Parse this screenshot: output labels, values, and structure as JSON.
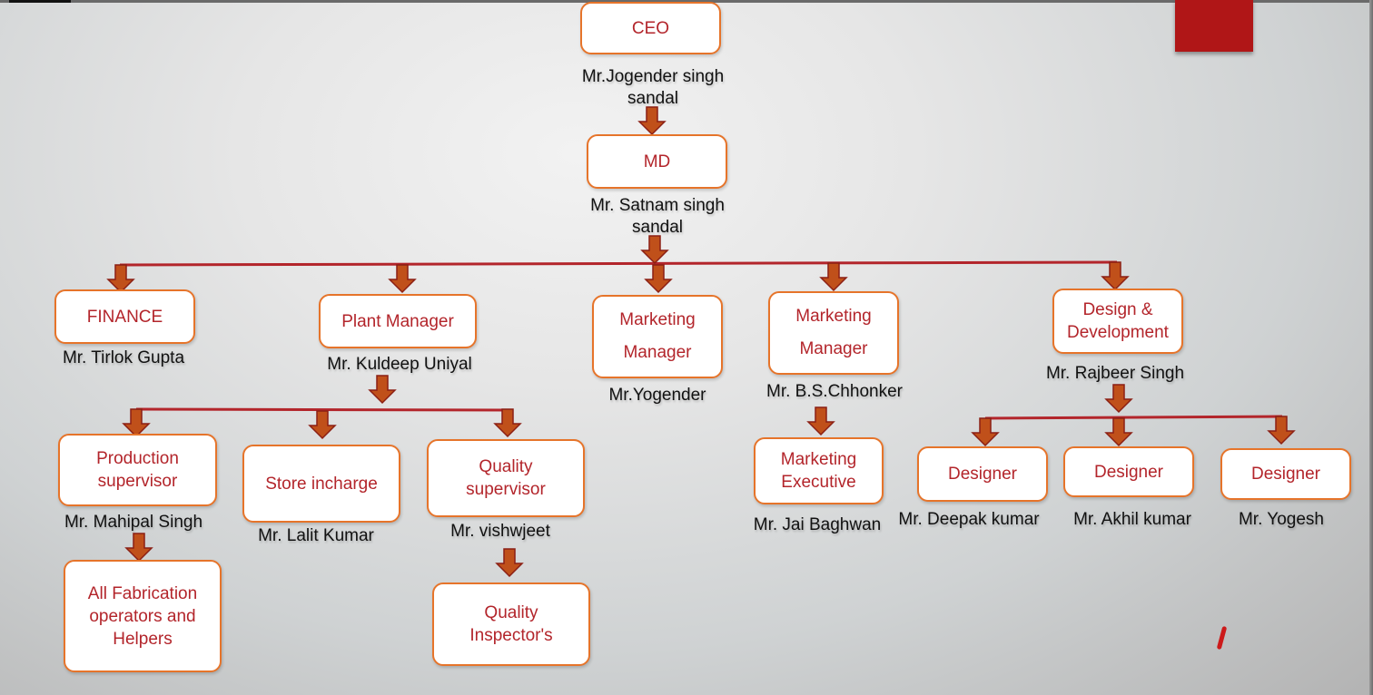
{
  "colors": {
    "box_border": "#e6742a",
    "box_text": "#b3252b",
    "connector_line": "#b3252b",
    "arrow_fill": "#c0501a",
    "arrow_stroke": "#8b1f14",
    "accent_block": "#b01617"
  },
  "chart": {
    "ceo": {
      "title": "CEO",
      "name": "Mr.Jogender singh\nsandal"
    },
    "md": {
      "title": "MD",
      "name": "Mr.  Satnam singh\nsandal"
    },
    "departments": [
      {
        "title": "FINANCE",
        "name": "Mr. Tirlok Gupta"
      },
      {
        "title": "Plant Manager",
        "name": "Mr. Kuldeep Uniyal"
      },
      {
        "title": "Marketing\n\nManager",
        "name": "Mr.Yogender"
      },
      {
        "title": "Marketing\n\nManager",
        "name": "Mr. B.S.Chhonker"
      },
      {
        "title": "Design &\nDevelopment",
        "name": "Mr. Rajbeer Singh"
      }
    ],
    "plant_reports": [
      {
        "title": "Production\nsupervisor",
        "name": "Mr. Mahipal Singh"
      },
      {
        "title": "Store incharge",
        "name": "Mr. Lalit Kumar"
      },
      {
        "title": "Quality\nsupervisor",
        "name": "Mr. vishwjeet"
      }
    ],
    "production_reports": {
      "title": "All Fabrication\noperators and\nHelpers"
    },
    "quality_reports": {
      "title": "Quality\nInspector's"
    },
    "marketing_reports": {
      "title": "Marketing\nExecutive",
      "name": "Mr. Jai Baghwan"
    },
    "design_reports": [
      {
        "title": "Designer",
        "name": "Mr. Deepak  kumar"
      },
      {
        "title": "Designer",
        "name": "Mr. Akhil kumar"
      },
      {
        "title": "Designer",
        "name": "Mr. Yogesh"
      }
    ]
  }
}
